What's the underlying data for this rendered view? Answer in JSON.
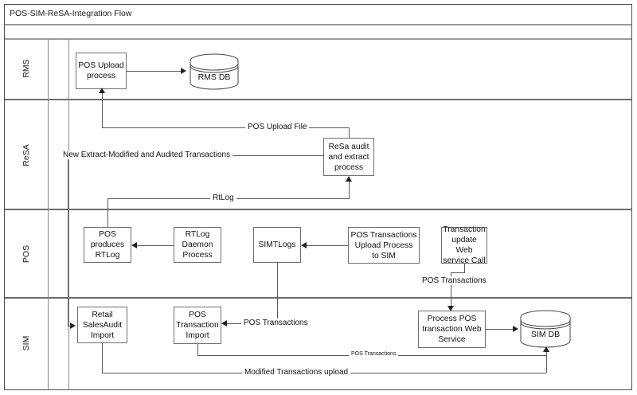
{
  "diagram": {
    "title": "POS-SIM-ReSA-Integration Flow",
    "type": "swimlane-flowchart",
    "lanes": [
      {
        "id": "rms",
        "label": "RMS"
      },
      {
        "id": "resa",
        "label": "ReSA"
      },
      {
        "id": "pos",
        "label": "POS"
      },
      {
        "id": "sim",
        "label": "SIM"
      }
    ],
    "nodes": {
      "pos_upload_process": {
        "label": "POS Upload process",
        "lane": "rms",
        "shape": "process"
      },
      "rms_db": {
        "label": "RMS DB",
        "lane": "rms",
        "shape": "database"
      },
      "resa_audit_extract": {
        "label": "ReSa audit and extract process",
        "lane": "resa",
        "shape": "process"
      },
      "pos_produces_rtlog": {
        "label": "POS produces RTLog",
        "lane": "pos",
        "shape": "process"
      },
      "rtlog_daemon_process": {
        "label": "RTLog Daemon Process",
        "lane": "pos",
        "shape": "process"
      },
      "simtlogs": {
        "label": "SIMTLogs",
        "lane": "pos",
        "shape": "process"
      },
      "pos_txn_upload_to_sim": {
        "label": "POS Transactions Upload Process to SIM",
        "lane": "pos",
        "shape": "process"
      },
      "txn_update_web_service_call": {
        "label": "Transaction update Web service Call",
        "lane": "pos",
        "shape": "process"
      },
      "retail_salesaudit_import": {
        "label": "Retail SalesAudit Import",
        "lane": "sim",
        "shape": "process"
      },
      "pos_transaction_import": {
        "label": "POS Transaction Import",
        "lane": "sim",
        "shape": "process"
      },
      "process_pos_txn_web_service": {
        "label": "Process POS transaction Web Service",
        "lane": "sim",
        "shape": "process"
      },
      "sim_db": {
        "label": "SIM DB",
        "lane": "sim",
        "shape": "database"
      }
    },
    "edge_labels": {
      "pos_upload_file": "POS Upload File",
      "new_extract": "New Extract-Modified and Audited Transactions",
      "rtlog": "RtLog",
      "pos_transactions_pos_lane": "POS Transactions",
      "pos_transactions_sim_lane": "POS Transactions",
      "pos_transactions_to_simdb": "POS Transactions",
      "modified_transactions_upload": "Modified Transactions upload"
    },
    "colors": {
      "background": "#ffffff",
      "frame_border": "#4d4d4d",
      "lane_divider": "#6d6d6d",
      "node_border": "#6f6f6f",
      "connector": "#5a5a5a",
      "text": "#111111"
    }
  }
}
